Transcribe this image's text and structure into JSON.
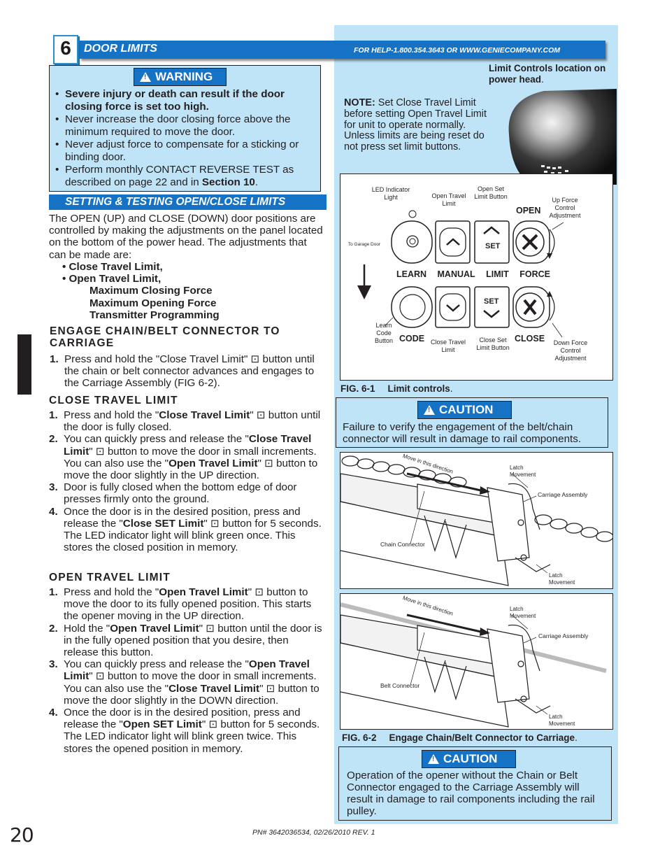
{
  "header": {
    "section_number": "6",
    "title": "DOOR LIMITS",
    "help": "FOR HELP-1.800.354.3643 OR WWW.GENIECOMPANY.COM"
  },
  "warning": {
    "badge": "WARNING",
    "items": [
      {
        "bold": "Severe injury or death can result if the door closing force is set too high.",
        "text": ""
      },
      {
        "bold": "",
        "text": "Never increase the door closing force above the minimum required to move the door."
      },
      {
        "bold": "",
        "text": "Never adjust force to compensate for a sticking or binding door."
      },
      {
        "bold": "",
        "text": "Perform monthly CONTACT REVERSE TEST as described on page 22 and in ",
        "bold_end": "Section 10",
        "end": "."
      }
    ]
  },
  "setting": {
    "title": "SETTING & TESTING OPEN/CLOSE LIMITS",
    "intro": "The OPEN (UP) and CLOSE (DOWN) door positions are controlled by making the adjustments on the panel located on the bottom of the power head. The adjustments that can be made are:",
    "bullets": [
      "• Close Travel Limit,",
      "• Open Travel Limit,"
    ],
    "sub": [
      "Maximum Closing Force",
      "Maximum Opening Force",
      "Transmitter Programming"
    ]
  },
  "engage": {
    "heading_line1": "ENGAGE CHAIN/BELT CONNECTOR TO",
    "heading_line2": "CARRIAGE",
    "step": "Press and hold the \"Close Travel Limit\" ⊡ button until the chain or belt connector advances and engages to the Carriage Assembly (FIG 6-2)."
  },
  "close_limit": {
    "heading": "CLOSE TRAVEL LIMIT",
    "steps": [
      [
        "Press and hold the \"",
        "Close Travel Limit",
        "\" ⊡ button until the door is fully closed."
      ],
      [
        "You can quickly press and release the \"",
        "Close Travel Limit",
        "\" ⊡ button to move the door in small increments. You can also use the \"",
        "Open Travel Limit",
        "\" ⊡ button to move the door slightly in the UP direction."
      ],
      [
        "Door is fully closed when the bottom edge of door presses firmly onto the ground."
      ],
      [
        "Once the door is in the desired position, press and release the \"",
        "Close SET Limit",
        "\" ⊡ button for 5 seconds. The LED indicator light will blink green once. This stores the closed position in memory."
      ]
    ]
  },
  "open_limit": {
    "heading": "OPEN TRAVEL LIMIT",
    "steps": [
      [
        "Press and hold the \"",
        "Open Travel Limit",
        "\" ⊡ button to move the door to its fully opened position. This starts the opener moving in the UP direction."
      ],
      [
        "Hold the \"",
        "Open Travel Limit",
        "\" ⊡ button until the door is in the fully opened position that you desire, then release this button."
      ],
      [
        "You can quickly press and release the \"",
        "Open Travel Limit",
        "\" ⊡ button to move the door in small increments. You can also use the \"",
        "Close Travel Limit",
        "\" ⊡ button to move the door slightly in the DOWN direction."
      ],
      [
        "Once the door is in the desired position, press and release the \"",
        "Open SET Limit",
        "\" ⊡ button for 5 seconds. The LED indicator light will blink green twice. This stores the opened position in memory."
      ]
    ]
  },
  "right": {
    "location_caption": "Limit Controls location on power head",
    "note_bold": "NOTE:",
    "note_text": "Set Close Travel Limit before setting Open Travel Limit for unit to operate normally.",
    "note_text2": "Unless limits are being reset do not press set limit buttons.",
    "fig1": {
      "led": "LED Indicator Light",
      "open_travel": "Open Travel Limit",
      "open_set": "Open Set Limit Button",
      "open": "OPEN",
      "up_force": "Up Force Control Adjustment",
      "to_garage": "To Garage Door",
      "set": "SET",
      "row_labels": [
        "LEARN",
        "MANUAL",
        "LIMIT",
        "FORCE"
      ],
      "learn_code": "Learn Code Button",
      "code": "CODE",
      "close_travel": "Close Travel Limit",
      "close_set": "Close Set Limit Button",
      "close": "CLOSE",
      "down_force": "Down Force Control Adjustment",
      "caption_num": "FIG. 6-1",
      "caption": "Limit controls"
    },
    "caution1": {
      "badge": "CAUTION",
      "text": "Failure to verify the engagement of the belt/chain connector will result in damage to rail components."
    },
    "fig2a": {
      "move": "Move in this direction",
      "latch": "Latch Movement",
      "carriage": "Carriage Assembly",
      "connector": "Chain Connector",
      "latch2": "Latch Movement"
    },
    "fig2b": {
      "move": "Move in this direction",
      "latch": "Latch Movement",
      "carriage": "Carriage Assembly",
      "connector": "Belt Connector",
      "latch2": "Latch Movement"
    },
    "fig2_caption_num": "FIG. 6-2",
    "fig2_caption": "Engage Chain/Belt Connector to Carriage",
    "caution2": {
      "badge": "CAUTION",
      "text": "Operation of the opener without the Chain or Belt Connector engaged to the Carriage Assembly will result in damage to rail components including the rail pulley."
    }
  },
  "footer": {
    "page": "20",
    "pn": "PN# 3642036534, 02/26/2010   REV. 1"
  }
}
